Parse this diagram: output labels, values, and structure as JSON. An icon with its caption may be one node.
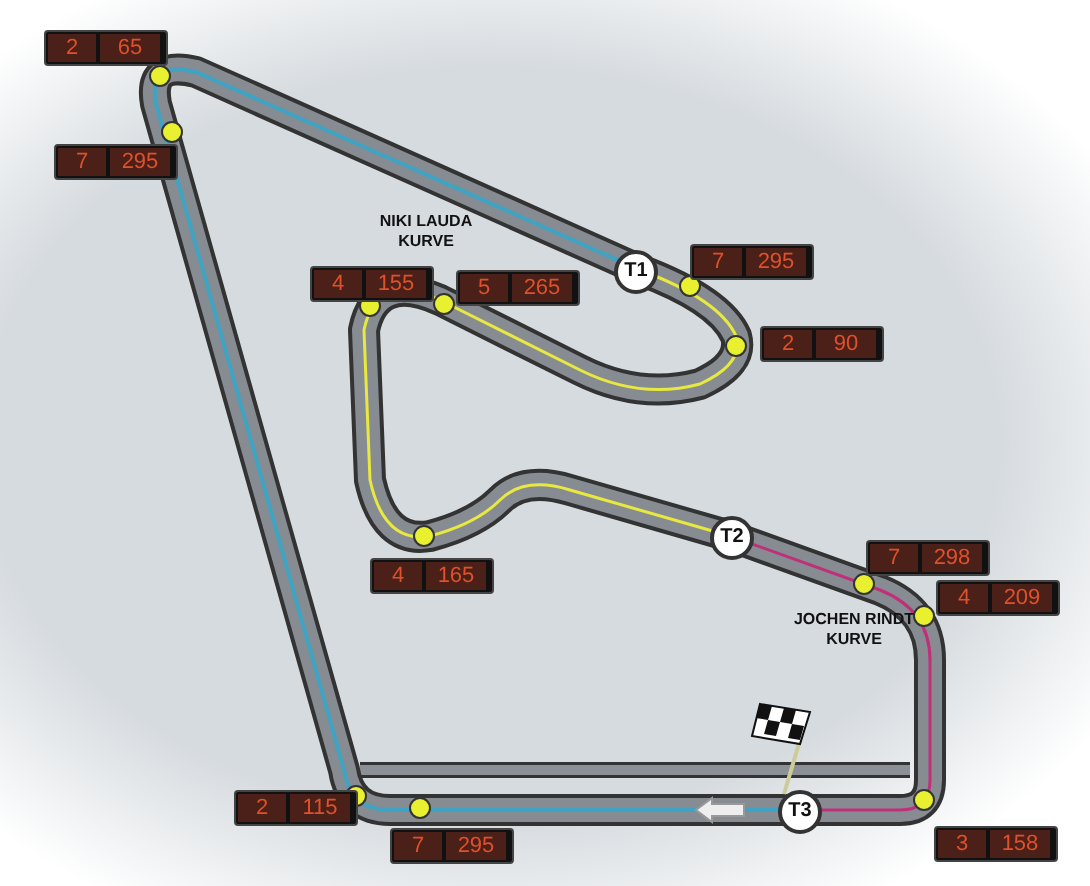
{
  "diagram": {
    "nodes": [
      {
        "text": [
          "2",
          "65"
        ]
      },
      {
        "text": [
          "7",
          "295"
        ]
      },
      {
        "text": [
          "4",
          "155"
        ]
      },
      {
        "text": [
          "5",
          "265"
        ]
      },
      {
        "text": [
          "7",
          "295"
        ]
      },
      {
        "text": [
          "2",
          "90"
        ]
      },
      {
        "text": [
          "T1"
        ]
      },
      {
        "text": [
          "4",
          "165"
        ]
      },
      {
        "text": [
          "T2"
        ]
      },
      {
        "text": [
          "7",
          "298"
        ]
      },
      {
        "text": [
          "4",
          "209"
        ]
      },
      {
        "text": [
          "2",
          "115"
        ]
      },
      {
        "text": [
          "7",
          "295"
        ]
      },
      {
        "text": [
          "T3"
        ]
      },
      {
        "text": [
          "3",
          "158"
        ]
      }
    ],
    "edges": [],
    "labels": [
      "NIKI LAUDA KURVE",
      "JOCHEN RINDT KURVE"
    ]
  }
}
